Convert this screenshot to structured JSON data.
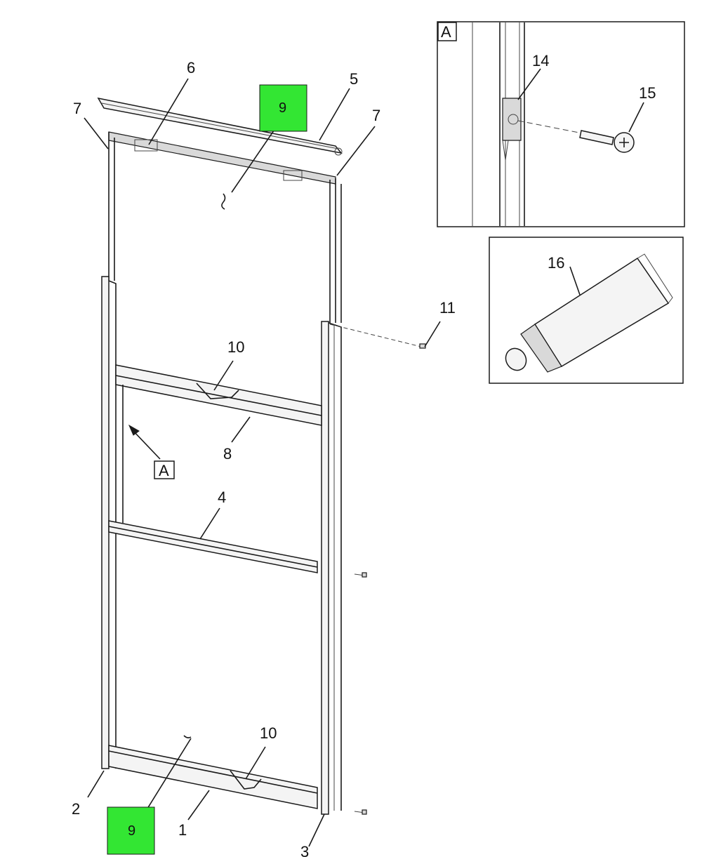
{
  "callouts": {
    "c1": "1",
    "c2": "2",
    "c3": "3",
    "c4": "4",
    "c5": "5",
    "c6": "6",
    "c7a": "7",
    "c7b": "7",
    "c8": "8",
    "c10a": "10",
    "c10b": "10",
    "c11": "11",
    "c14": "14",
    "c15": "15",
    "c16": "16",
    "viewA": "A"
  },
  "hotspots": {
    "top": "9",
    "bottom": "9"
  },
  "detail_a": {
    "label": "A"
  },
  "colors": {
    "hotspot": "#33e633",
    "line": "#1a1a1a"
  }
}
